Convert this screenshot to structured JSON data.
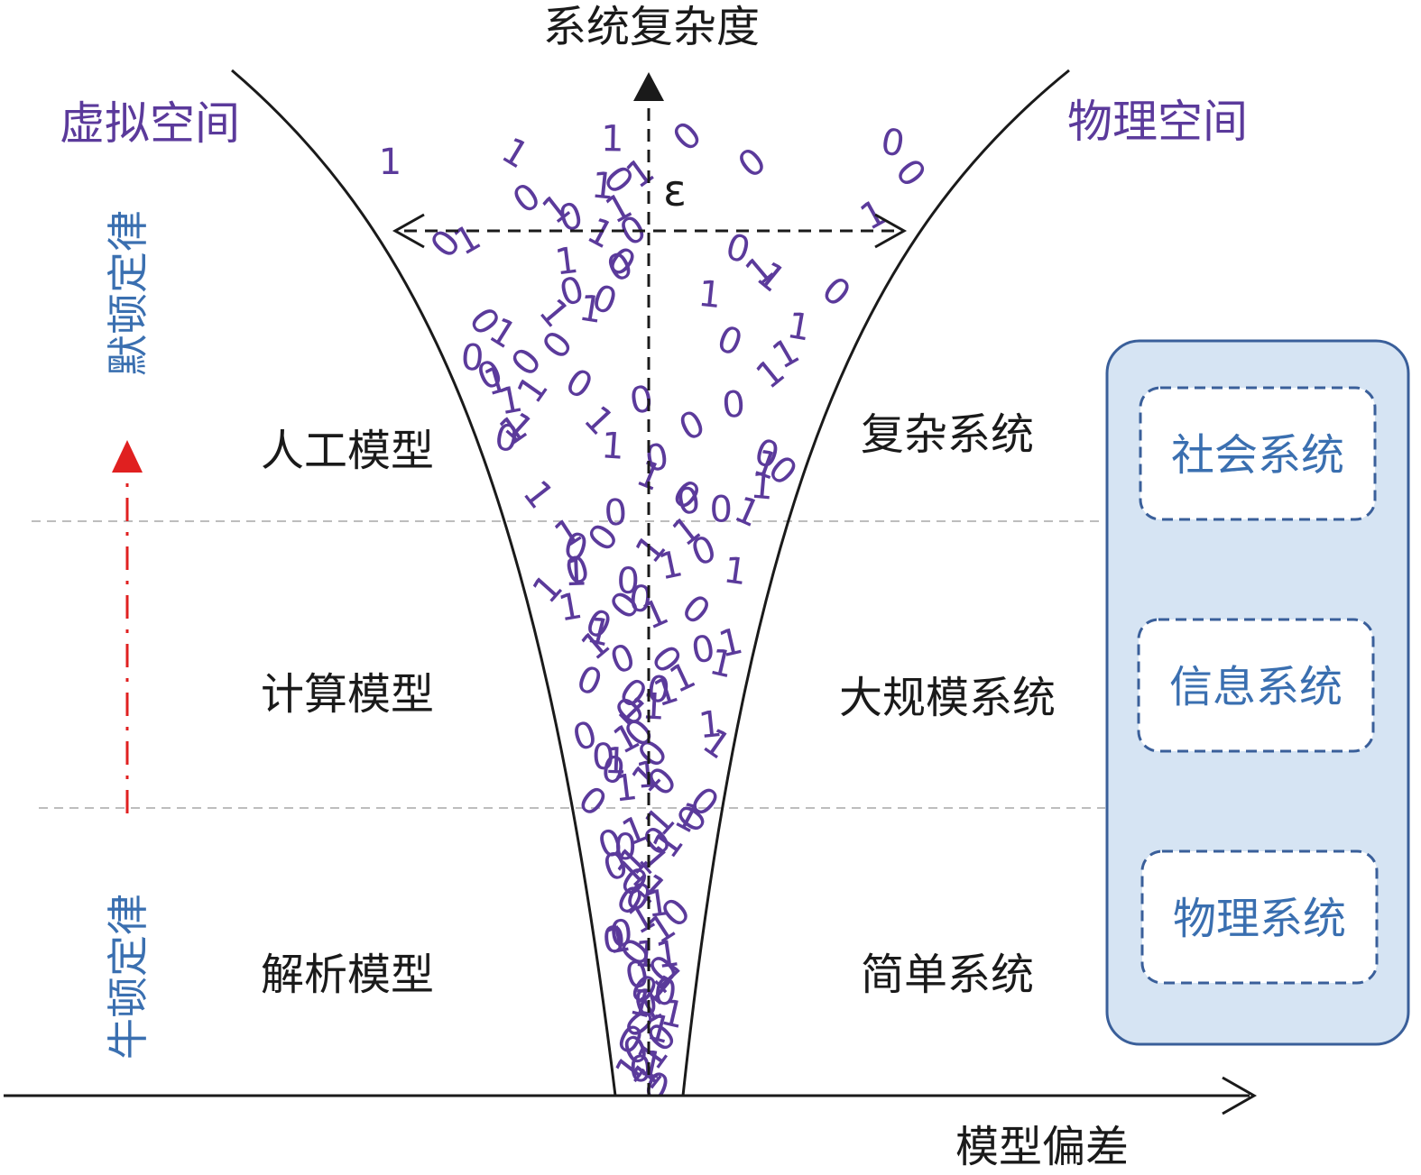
{
  "axes": {
    "y_label": "系统复杂度",
    "x_label": "模型偏差",
    "epsilon": "ε"
  },
  "spaces": {
    "left": "虚拟空间",
    "right": "物理空间"
  },
  "laws": {
    "top": "默顿定律",
    "bottom": "牛顿定律"
  },
  "models": [
    "人工模型",
    "计算模型",
    "解析模型"
  ],
  "systems": [
    "复杂系统",
    "大规模系统",
    "简单系统"
  ],
  "panel": {
    "items": [
      "社会系统",
      "信息系统",
      "物理系统"
    ]
  },
  "binary_digits": [
    "0",
    "1",
    "0",
    "1",
    "1",
    "0",
    "1",
    "0",
    "0",
    "1",
    "0",
    "1",
    "1",
    "0",
    "1",
    "0",
    "1",
    "1",
    "0",
    "0",
    "1",
    "0",
    "0",
    "1",
    "1",
    "0",
    "1",
    "0",
    "0",
    "1",
    "1",
    "0",
    "1",
    "1",
    "0",
    "0",
    "1",
    "0",
    "0",
    "1",
    "0",
    "1",
    "0",
    "1",
    "1",
    "0",
    "0",
    "1",
    "0",
    "1",
    "1",
    "0",
    "1",
    "0",
    "0",
    "1",
    "0",
    "1",
    "1",
    "0",
    "1",
    "0",
    "0",
    "1",
    "0",
    "1",
    "1",
    "0",
    "1",
    "0",
    "0",
    "1",
    "0",
    "1",
    "1",
    "0",
    "1",
    "0",
    "1",
    "0",
    "0",
    "1",
    "0",
    "1",
    "1",
    "0",
    "1",
    "0",
    "0",
    "1",
    "1",
    "0",
    "1",
    "0",
    "0",
    "1",
    "0",
    "1",
    "1",
    "0",
    "1",
    "0",
    "1",
    "0",
    "0",
    "1",
    "0",
    "1",
    "1",
    "0",
    "1",
    "0",
    "0",
    "1",
    "0",
    "1",
    "1",
    "0",
    "1",
    "0",
    "0",
    "1",
    "1",
    "0",
    "1",
    "0",
    "1",
    "0",
    "0",
    "1",
    "0",
    "1",
    "1",
    "0",
    "1",
    "0",
    "0",
    "1",
    "1",
    "0",
    "1",
    "0",
    "1",
    "0",
    "0",
    "1",
    "0",
    "1",
    "1",
    "0",
    "1",
    "0",
    "0",
    "1",
    "0",
    "1",
    "1",
    "0",
    "1",
    "0"
  ],
  "colors": {
    "text": "#1a1a1a",
    "space_label": "#5b3a9b",
    "law_label": "#3a6fb0",
    "binary": "#5b3a9b",
    "panel_fill": "#d6e4f3",
    "panel_stroke": "#3a5f9a",
    "red_arrow": "#e02020"
  }
}
